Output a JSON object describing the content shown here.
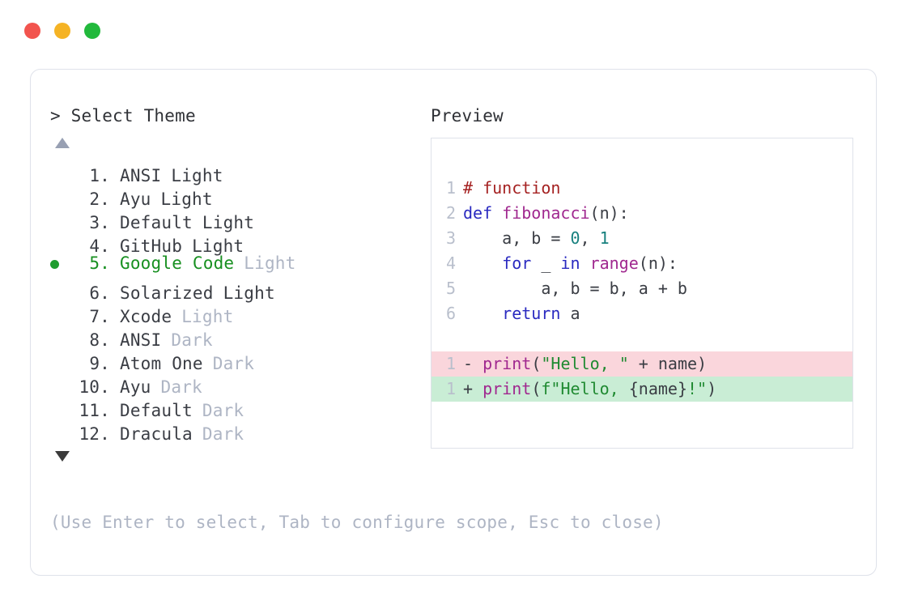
{
  "window": {
    "traffic_lights": [
      {
        "name": "close",
        "color": "#f2544e"
      },
      {
        "name": "minimize",
        "color": "#f5b324"
      },
      {
        "name": "maximize",
        "color": "#22b93c"
      }
    ]
  },
  "prompt": {
    "marker": ">",
    "title": "Select Theme",
    "title_line": "> Select Theme"
  },
  "scroll": {
    "up_glyph": "▲",
    "down_glyph": "▼"
  },
  "themes": {
    "selected_index": 5,
    "items": [
      {
        "index": "1.",
        "name": "ANSI",
        "variant": "Light",
        "variant_muted": false,
        "selected": false
      },
      {
        "index": "2.",
        "name": "Ayu",
        "variant": "Light",
        "variant_muted": false,
        "selected": false
      },
      {
        "index": "3.",
        "name": "Default",
        "variant": "Light",
        "variant_muted": false,
        "selected": false
      },
      {
        "index": "4.",
        "name": "GitHub",
        "variant": "Light",
        "variant_muted": false,
        "selected": false
      },
      {
        "index": "5.",
        "name": "Google Code",
        "variant": "Light",
        "variant_muted": true,
        "selected": true
      },
      {
        "index": "6.",
        "name": "Solarized",
        "variant": "Light",
        "variant_muted": false,
        "selected": false
      },
      {
        "index": "7.",
        "name": "Xcode",
        "variant": "Light",
        "variant_muted": true,
        "selected": false
      },
      {
        "index": "8.",
        "name": "ANSI",
        "variant": "Dark",
        "variant_muted": true,
        "selected": false
      },
      {
        "index": "9.",
        "name": "Atom One",
        "variant": "Dark",
        "variant_muted": true,
        "selected": false
      },
      {
        "index": "10.",
        "name": "Ayu",
        "variant": "Dark",
        "variant_muted": true,
        "selected": false
      },
      {
        "index": "11.",
        "name": "Default",
        "variant": "Dark",
        "variant_muted": true,
        "selected": false
      },
      {
        "index": "12.",
        "name": "Dracula",
        "variant": "Dark",
        "variant_muted": true,
        "selected": false
      }
    ]
  },
  "preview": {
    "label": "Preview",
    "code_lines": [
      {
        "num": "1",
        "tokens": [
          {
            "t": "# function",
            "c": "c-comment"
          }
        ]
      },
      {
        "num": "2",
        "tokens": [
          {
            "t": "def ",
            "c": "c-kw"
          },
          {
            "t": "fibonacci",
            "c": "c-fn"
          },
          {
            "t": "(n):",
            "c": "c-punct"
          }
        ]
      },
      {
        "num": "3",
        "tokens": [
          {
            "t": "    a, b = ",
            "c": "c-plain"
          },
          {
            "t": "0",
            "c": "c-num"
          },
          {
            "t": ", ",
            "c": "c-plain"
          },
          {
            "t": "1",
            "c": "c-num"
          }
        ]
      },
      {
        "num": "4",
        "tokens": [
          {
            "t": "    ",
            "c": "c-plain"
          },
          {
            "t": "for",
            "c": "c-kw"
          },
          {
            "t": " _ ",
            "c": "c-plain"
          },
          {
            "t": "in",
            "c": "c-kw"
          },
          {
            "t": " ",
            "c": "c-plain"
          },
          {
            "t": "range",
            "c": "c-fn"
          },
          {
            "t": "(n):",
            "c": "c-punct"
          }
        ]
      },
      {
        "num": "5",
        "tokens": [
          {
            "t": "        a, b = b, a + b",
            "c": "c-plain"
          }
        ]
      },
      {
        "num": "6",
        "tokens": [
          {
            "t": "    ",
            "c": "c-plain"
          },
          {
            "t": "return",
            "c": "c-kw"
          },
          {
            "t": " a",
            "c": "c-plain"
          }
        ]
      }
    ],
    "diff_lines": [
      {
        "num": "1",
        "kind": "del",
        "mark": "- ",
        "tokens": [
          {
            "t": "print",
            "c": "c-fn"
          },
          {
            "t": "(",
            "c": "c-punct"
          },
          {
            "t": "\"Hello, \"",
            "c": "c-str"
          },
          {
            "t": " + name)",
            "c": "c-plain"
          }
        ]
      },
      {
        "num": "1",
        "kind": "ins",
        "mark": "+ ",
        "tokens": [
          {
            "t": "print",
            "c": "c-fn"
          },
          {
            "t": "(",
            "c": "c-punct"
          },
          {
            "t": "f\"Hello, ",
            "c": "c-str"
          },
          {
            "t": "{name}",
            "c": "c-plain"
          },
          {
            "t": "!\"",
            "c": "c-str"
          },
          {
            "t": ")",
            "c": "c-punct"
          }
        ]
      }
    ]
  },
  "footer": {
    "hint": "(Use Enter to select, Tab to configure scope, Esc to close)"
  },
  "colors": {
    "accent_green": "#1f9d2f",
    "muted": "#aeb5c4",
    "text": "#3a3d44",
    "border": "#dfe2ea",
    "diff_del_bg": "#fad6dc",
    "diff_ins_bg": "#c9edd5"
  }
}
